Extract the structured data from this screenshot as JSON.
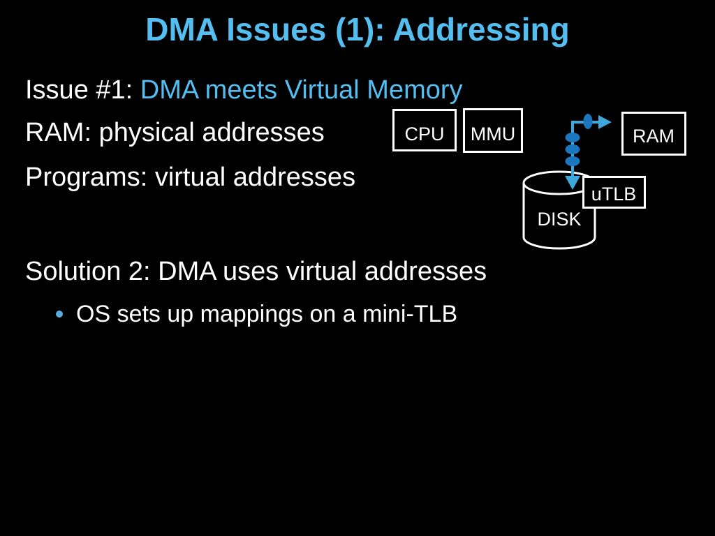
{
  "slide": {
    "title": "DMA Issues (1): Addressing",
    "body": {
      "issue_prefix": "Issue #1: ",
      "issue_highlight": "DMA meets Virtual Memory",
      "ram_line": "RAM: physical addresses",
      "programs_line": "Programs: virtual addresses",
      "solution_line": "Solution 2: DMA uses virtual addresses",
      "bullet": "OS sets up mappings on a mini-TLB"
    },
    "diagram": {
      "cpu_label": "CPU",
      "mmu_label": "MMU",
      "ram_label": "RAM",
      "utlb_label": "uTLB",
      "disk_label": "DISK"
    },
    "colors": {
      "background": "#000000",
      "text_white": "#FFFFFF",
      "accent_blue": "#55BEF0",
      "arrow_blue": "#3EA8DC",
      "bead_blue": "#1C76BE",
      "bullet_blue": "#56AEE0",
      "box_stroke": "#FFFFFF"
    }
  }
}
